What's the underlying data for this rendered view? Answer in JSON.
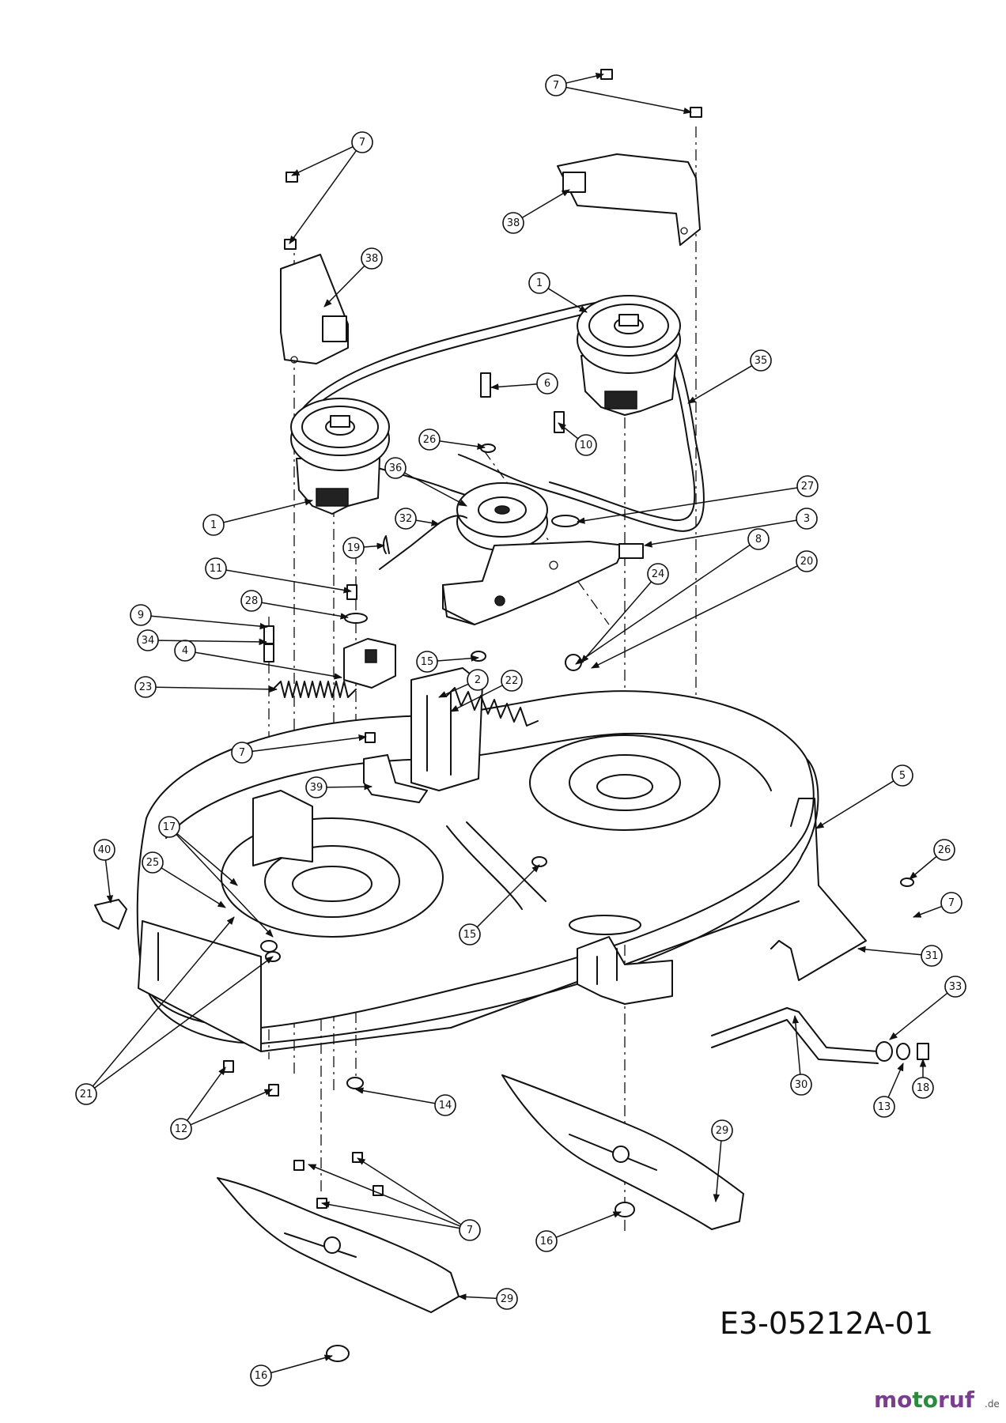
{
  "document_code": "E3-05212A-01",
  "watermark": {
    "brand": "motoruf",
    "tld": ".de"
  },
  "callout_labels": [
    "1",
    "1",
    "2",
    "3",
    "4",
    "5",
    "6",
    "7",
    "7",
    "7",
    "7",
    "7",
    "8",
    "9",
    "10",
    "11",
    "12",
    "13",
    "14",
    "15",
    "15",
    "16",
    "16",
    "17",
    "18",
    "19",
    "20",
    "21",
    "22",
    "23",
    "24",
    "25",
    "26",
    "26",
    "27",
    "28",
    "29",
    "29",
    "30",
    "31",
    "32",
    "33",
    "34",
    "35",
    "36",
    "38",
    "38",
    "39",
    "40"
  ],
  "colors": {
    "line": "#111111",
    "background": "#ffffff",
    "watermark_a": "#7a3d8f",
    "watermark_b": "#2b8a3e"
  }
}
